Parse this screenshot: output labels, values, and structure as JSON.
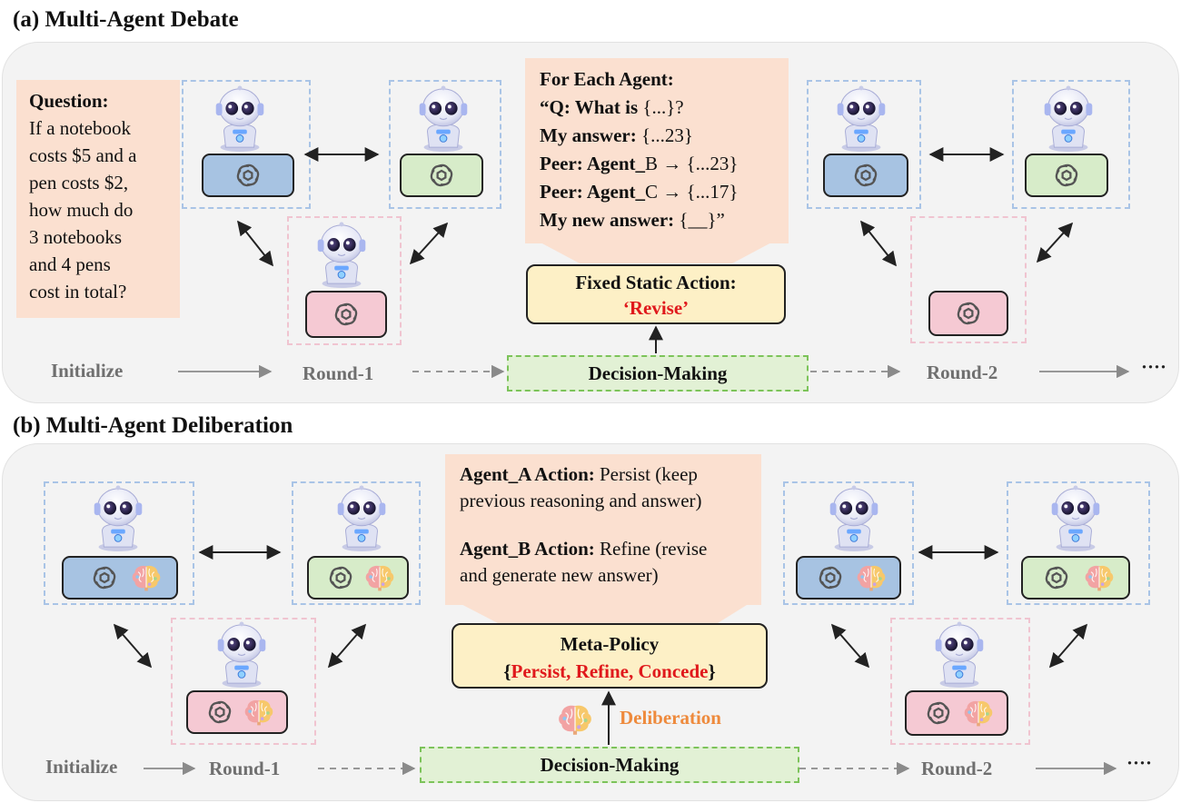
{
  "panel_a": {
    "title": "(a) Multi-Agent Debate",
    "question": {
      "heading": "Question:",
      "lines": [
        "If a notebook",
        "costs $5 and a",
        "pen costs $2,",
        "how much do",
        "3 notebooks",
        "and 4 pens",
        "cost in total?"
      ]
    },
    "prompt": {
      "l1": "For Each Agent:",
      "l2_bold": "“Q: What is ",
      "l2_rest": "{...}?",
      "l3_bold": "My answer: ",
      "l3_rest": "{...23}",
      "l4_bold": "Peer: Agent_",
      "l4_rest": "B → {...23}",
      "l5_bold": "Peer: Agent_",
      "l5_rest": "C → {...17}",
      "l6_bold": "My new answer: ",
      "l6_rest": "{__}”"
    },
    "action": {
      "title": "Fixed Static Action:",
      "value": "‘Revise’"
    },
    "decision": "Decision-Making",
    "flow": {
      "initialize": "Initialize",
      "round1": "Round-1",
      "round2": "Round-2",
      "more": "····"
    }
  },
  "panel_b": {
    "title": "(b) Multi-Agent Deliberation",
    "agent_a": {
      "label": "Agent_A Action:",
      "text1": " Persist (keep",
      "text2": "previous reasoning and answer)"
    },
    "agent_b": {
      "label": "Agent_B Action:",
      "text1": " Refine (revise",
      "text2": "and generate new answer)"
    },
    "policy": {
      "title": "Meta-Policy",
      "open": "{",
      "actions": "Persist, Refine, Concede",
      "close": "}"
    },
    "deliberation": "Deliberation",
    "decision": "Decision-Making",
    "flow": {
      "initialize": "Initialize",
      "round1": "Round-1",
      "round2": "Round-2",
      "more": "····"
    }
  },
  "colors": {
    "agent_blue": "#a7c3e2",
    "agent_green": "#d7ecc9",
    "agent_pink": "#f5c9d3",
    "note_bg": "#fbe0d0",
    "action_bg": "#fdf0c6",
    "decision_bg": "#e2f1d5",
    "accent_red": "#e0191c",
    "accent_orange": "#ee8a3c"
  },
  "icons": [
    "robot-icon",
    "openai-logo-icon",
    "brain-icon"
  ]
}
